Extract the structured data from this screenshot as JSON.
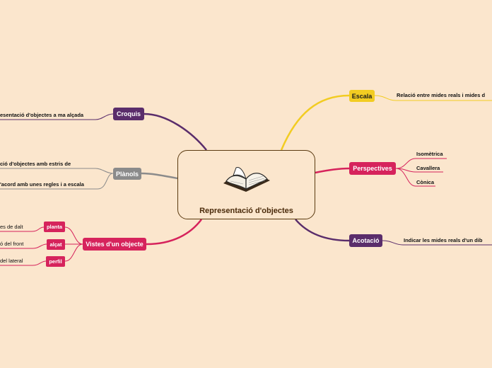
{
  "central": {
    "title": "Representació d'objectes",
    "icon": "open-book-icon"
  },
  "colors": {
    "background": "#fbe6cd",
    "purple": "#5a2d6b",
    "grey": "#8b8b8b",
    "pink": "#d6235c",
    "yellow": "#f2cc22"
  },
  "branches": {
    "croquis": {
      "label": "Croquis",
      "items": [
        "esentació d'objectes a ma alçada"
      ]
    },
    "planols": {
      "label": "Plànols",
      "items": [
        "ció d'objectes amb estris de",
        "'acord amb unes regles i a escala"
      ]
    },
    "vistes": {
      "label": "Vistes d'un objecte",
      "sub": [
        {
          "label": "planta",
          "text": "es de dalt"
        },
        {
          "label": "alçat",
          "text": "ó del front"
        },
        {
          "label": "perfil",
          "text": "del lateral"
        }
      ]
    },
    "escala": {
      "label": "Escala",
      "items": [
        "Relació entre mides reals i mides d"
      ]
    },
    "perspectives": {
      "label": "Perspectives",
      "items": [
        "Isomètrica",
        "Cavallera",
        "Cònica"
      ]
    },
    "acotacio": {
      "label": "Acotació",
      "items": [
        "Indicar les mides reals d'un dib"
      ]
    }
  }
}
